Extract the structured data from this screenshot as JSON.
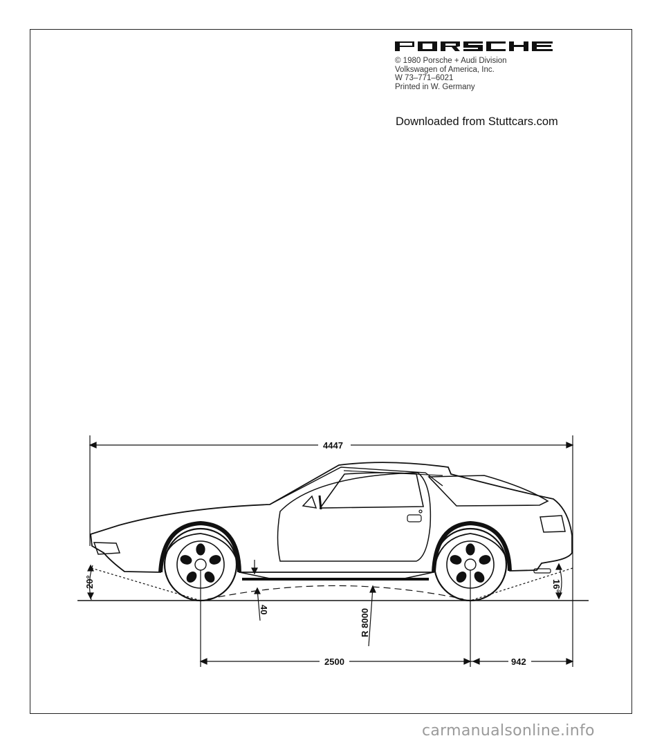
{
  "brand": {
    "logo_text": "PORSCHE",
    "imprint": [
      "© 1980 Porsche + Audi Division",
      "Volkswagen of America, Inc.",
      "W 73–771–6021",
      "Printed in W. Germany"
    ]
  },
  "download_note": "Downloaded from Stuttcars.com",
  "drawing": {
    "overall_length": "4447",
    "wheelbase": "2500",
    "rear_overhang": "942",
    "front_approach_angle": "20°",
    "rear_departure_angle": "16°",
    "ground_clearance": "40",
    "ramp_radius": "R 8000"
  },
  "watermark": "carmanualsonline.info",
  "colors": {
    "ink": "#111111",
    "watermark": "#9a9a9a",
    "paper": "#ffffff"
  }
}
